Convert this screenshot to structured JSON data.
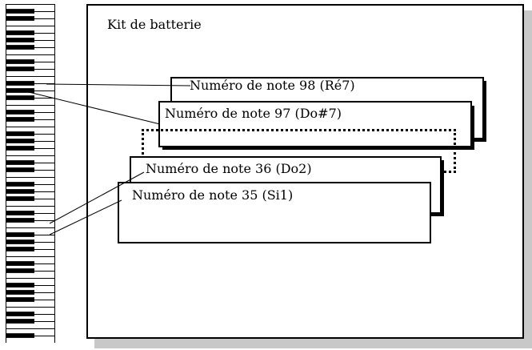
{
  "kit": {
    "title": "Kit de batterie"
  },
  "notes": [
    {
      "label": "Numéro de note 98 (Ré7)"
    },
    {
      "label": "Numéro de note 97 (Do#7)"
    },
    {
      "label": "Numéro de note 36 (Do2)"
    },
    {
      "label": "Numéro de note 35 (Si1)"
    }
  ]
}
